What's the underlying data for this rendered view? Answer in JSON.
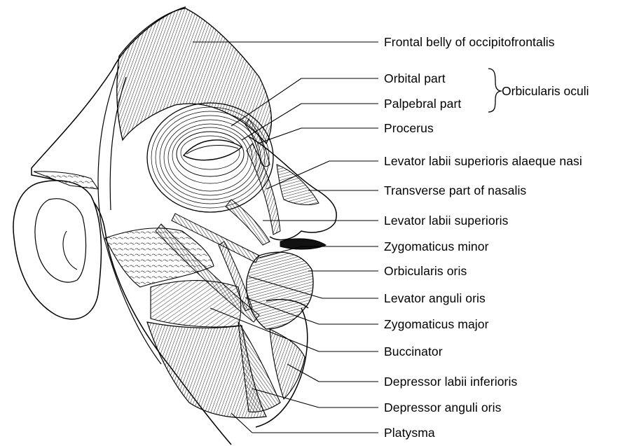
{
  "labels": {
    "frontal_belly": "Frontal belly of occipitofrontalis",
    "orbital_part": "Orbital part",
    "palpebral_part": "Palpebral part",
    "orbicularis_oculi": "Orbicularis oculi",
    "procerus": "Procerus",
    "levator_labii_sup_alaeque": "Levator labii superioris alaeque nasi",
    "transverse_nasalis": "Transverse part of nasalis",
    "levator_labii_sup": "Levator labii superioris",
    "zygomaticus_minor": "Zygomaticus minor",
    "orbicularis_oris": "Orbicularis oris",
    "levator_anguli_oris": "Levator anguli oris",
    "zygomaticus_major": "Zygomaticus major",
    "buccinator": "Buccinator",
    "depressor_labii_inf": "Depressor labii inferioris",
    "depressor_anguli_oris": "Depressor anguli oris",
    "platysma": "Platysma"
  }
}
